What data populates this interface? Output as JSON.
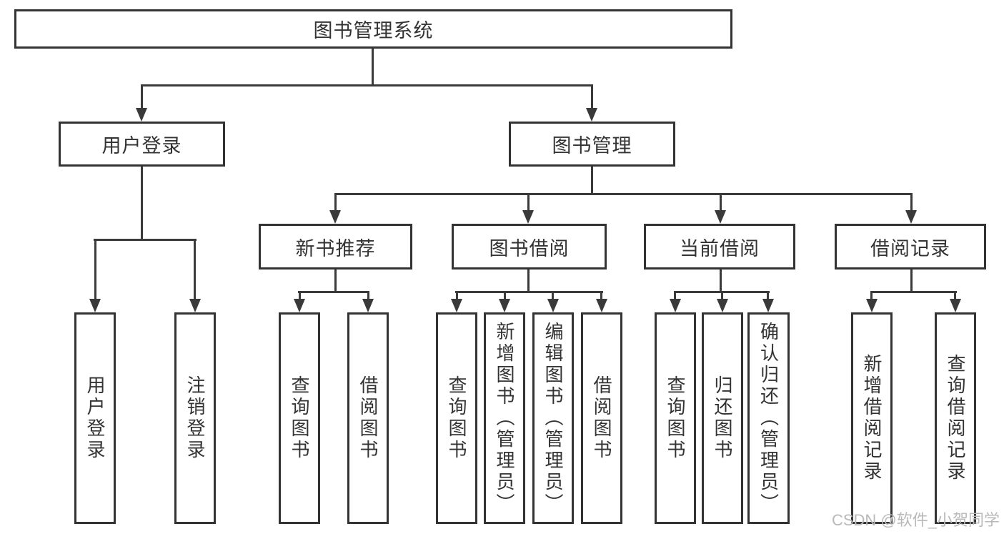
{
  "diagram": {
    "root": {
      "label": "图书管理系统"
    },
    "level2": [
      {
        "label": "用户登录"
      },
      {
        "label": "图书管理"
      }
    ],
    "level3": [
      {
        "label": "新书推荐"
      },
      {
        "label": "图书借阅"
      },
      {
        "label": "当前借阅"
      },
      {
        "label": "借阅记录"
      }
    ],
    "leaves": {
      "login": [
        "用户登录",
        "注销登录"
      ],
      "newbook": [
        "查询图书",
        "借阅图书"
      ],
      "borrow": [
        "查询图书",
        "新增图书（管理员）",
        "编辑图书（管理员）",
        "借阅图书"
      ],
      "current": [
        "查询图书",
        "归还图书",
        "确认归还（管理员）"
      ],
      "record": [
        "新增借阅记录",
        "查询借阅记录"
      ]
    },
    "colors": {
      "line": "#3a3a3a",
      "text": "#333333",
      "watermark": "#b9b9b9"
    },
    "watermark": "CSDN @软件_小贺同学"
  }
}
